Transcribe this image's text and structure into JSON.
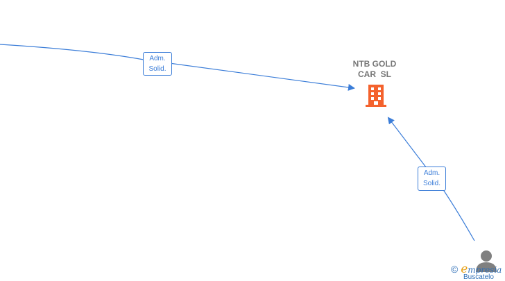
{
  "company": {
    "name_line1": "NTB GOLD",
    "name_line2": "CAR  SL",
    "icon": "building-icon",
    "icon_color": "#f4622d"
  },
  "edges": [
    {
      "role_line1": "Adm.",
      "role_line2": "Solid."
    },
    {
      "role_line1": "Adm.",
      "role_line2": "Solid."
    }
  ],
  "person": {
    "icon": "person-icon",
    "color": "#808080"
  },
  "watermark": {
    "copyright": "©",
    "brand_e": "e",
    "brand_rest": "mpresia",
    "sub": "Buscatelo"
  },
  "colors": {
    "edge": "#3b7dd8",
    "text": "#777777"
  }
}
